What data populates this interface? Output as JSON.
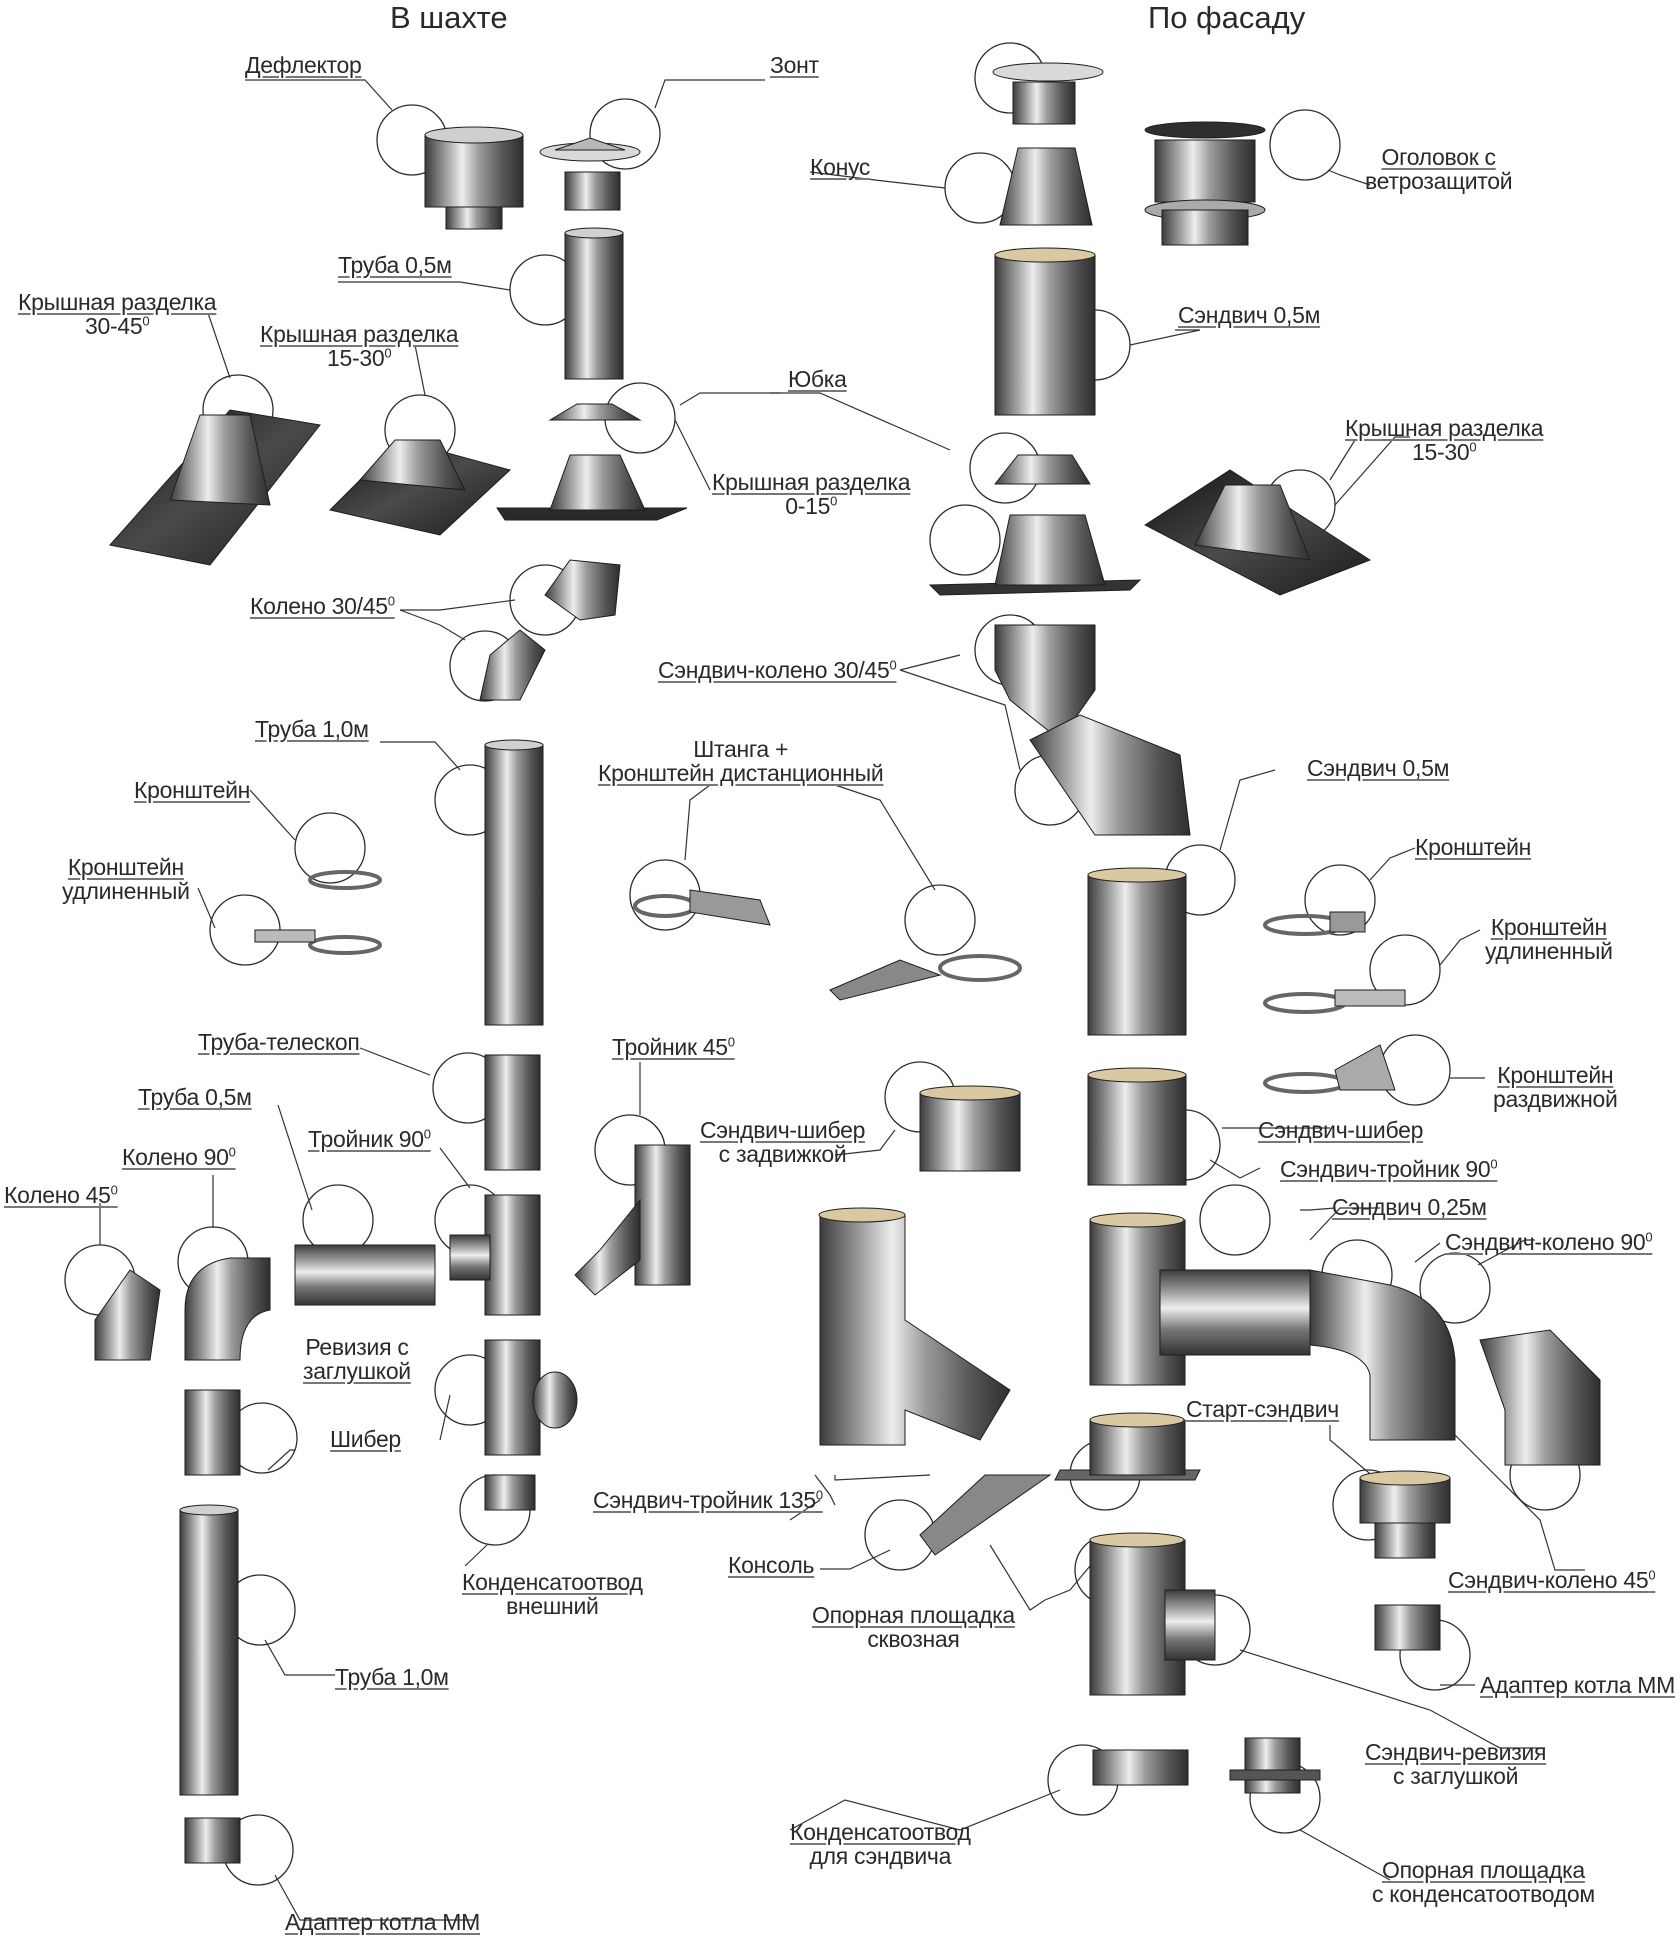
{
  "headings": {
    "left": "В шахте",
    "right": "По фасаду"
  },
  "labels": {
    "deflector": "Дефлектор",
    "zont": "Зонт",
    "konus": "Конус",
    "ogolovok_1": "Оголовок с",
    "ogolovok_2": "ветрозащитой",
    "truba05_top": "Труба 0,5м",
    "sendvich05_top": "Сэндвич 0,5м",
    "krysh3045_1": "Крышная разделка",
    "krysh3045_2": "30-45",
    "krysh1530L_1": "Крышная разделка",
    "krysh1530L_2": "15-30",
    "yubka": "Юбка",
    "krysh1530R_1": "Крышная разделка",
    "krysh1530R_2": "15-30",
    "krysh015_1": "Крышная разделка",
    "krysh015_2": "0-15",
    "koleno3045": "Колено 30/45",
    "sendvich_koleno3045": "Сэндвич-колено 30/45",
    "truba10_mid": "Труба 1,0м",
    "shtanga_1": "Штанга +",
    "shtanga_2": "Кронштейн дистанционный",
    "sendvich05_mid": "Сэндвич 0,5м",
    "kronshtein_L": "Кронштейн",
    "kronshtein_ud_L_1": "Кронштейн",
    "kronshtein_ud_L_2": "удлиненный",
    "kronshtein_R": "Кронштейн",
    "kronshtein_ud_R_1": "Кронштейн",
    "kronshtein_ud_R_2": "удлиненный",
    "kronshtein_razd_1": "Кронштейн",
    "kronshtein_razd_2": "раздвижной",
    "truba_teleskop": "Труба-телескоп",
    "troinik45": "Тройник 45",
    "truba05_low": "Труба 0,5м",
    "koleno90": "Колено 90",
    "troinik90": "Тройник 90",
    "sendvich_shiber_zadv_1": "Сэндвич-шибер",
    "sendvich_shiber_zadv_2": "с задвижкой",
    "sendvich_shiber": "Сэндвич-шибер",
    "koleno45": "Колено 45",
    "sendvich_troinik90": "Сэндвич-тройник 90",
    "sendvich025": "Сэндвич 0,25м",
    "sendvich_koleno90": "Сэндвич-колено 90",
    "reviziya_1": "Ревизия с",
    "reviziya_2": "заглушкой",
    "shiber": "Шибер",
    "start_sendvich": "Старт-сэндвич",
    "sendvich_troinik135": "Сэндвич-тройник 135",
    "konsol": "Консоль",
    "kondensat_vn_1": "Конденсатоотвод",
    "kondensat_vn_2": "внешний",
    "sendvich_koleno45": "Сэндвич-колено 45",
    "opornaya_1": "Опорная площадка",
    "opornaya_2": "сквозная",
    "truba10_low": "Труба 1,0м",
    "adapter_R": "Адаптер котла ММ",
    "sendvich_reviziya_1": "Сэндвич-ревизия",
    "sendvich_reviziya_2": "с заглушкой",
    "kondensat_sendv_1": "Конденсатоотвод",
    "kondensat_sendv_2": "для  сэндвича",
    "opornaya_kond_1": "Опорная площадка",
    "opornaya_kond_2": "с конденсатоотводом",
    "adapter_L": "Адаптер котла ММ",
    "deg": "0"
  }
}
